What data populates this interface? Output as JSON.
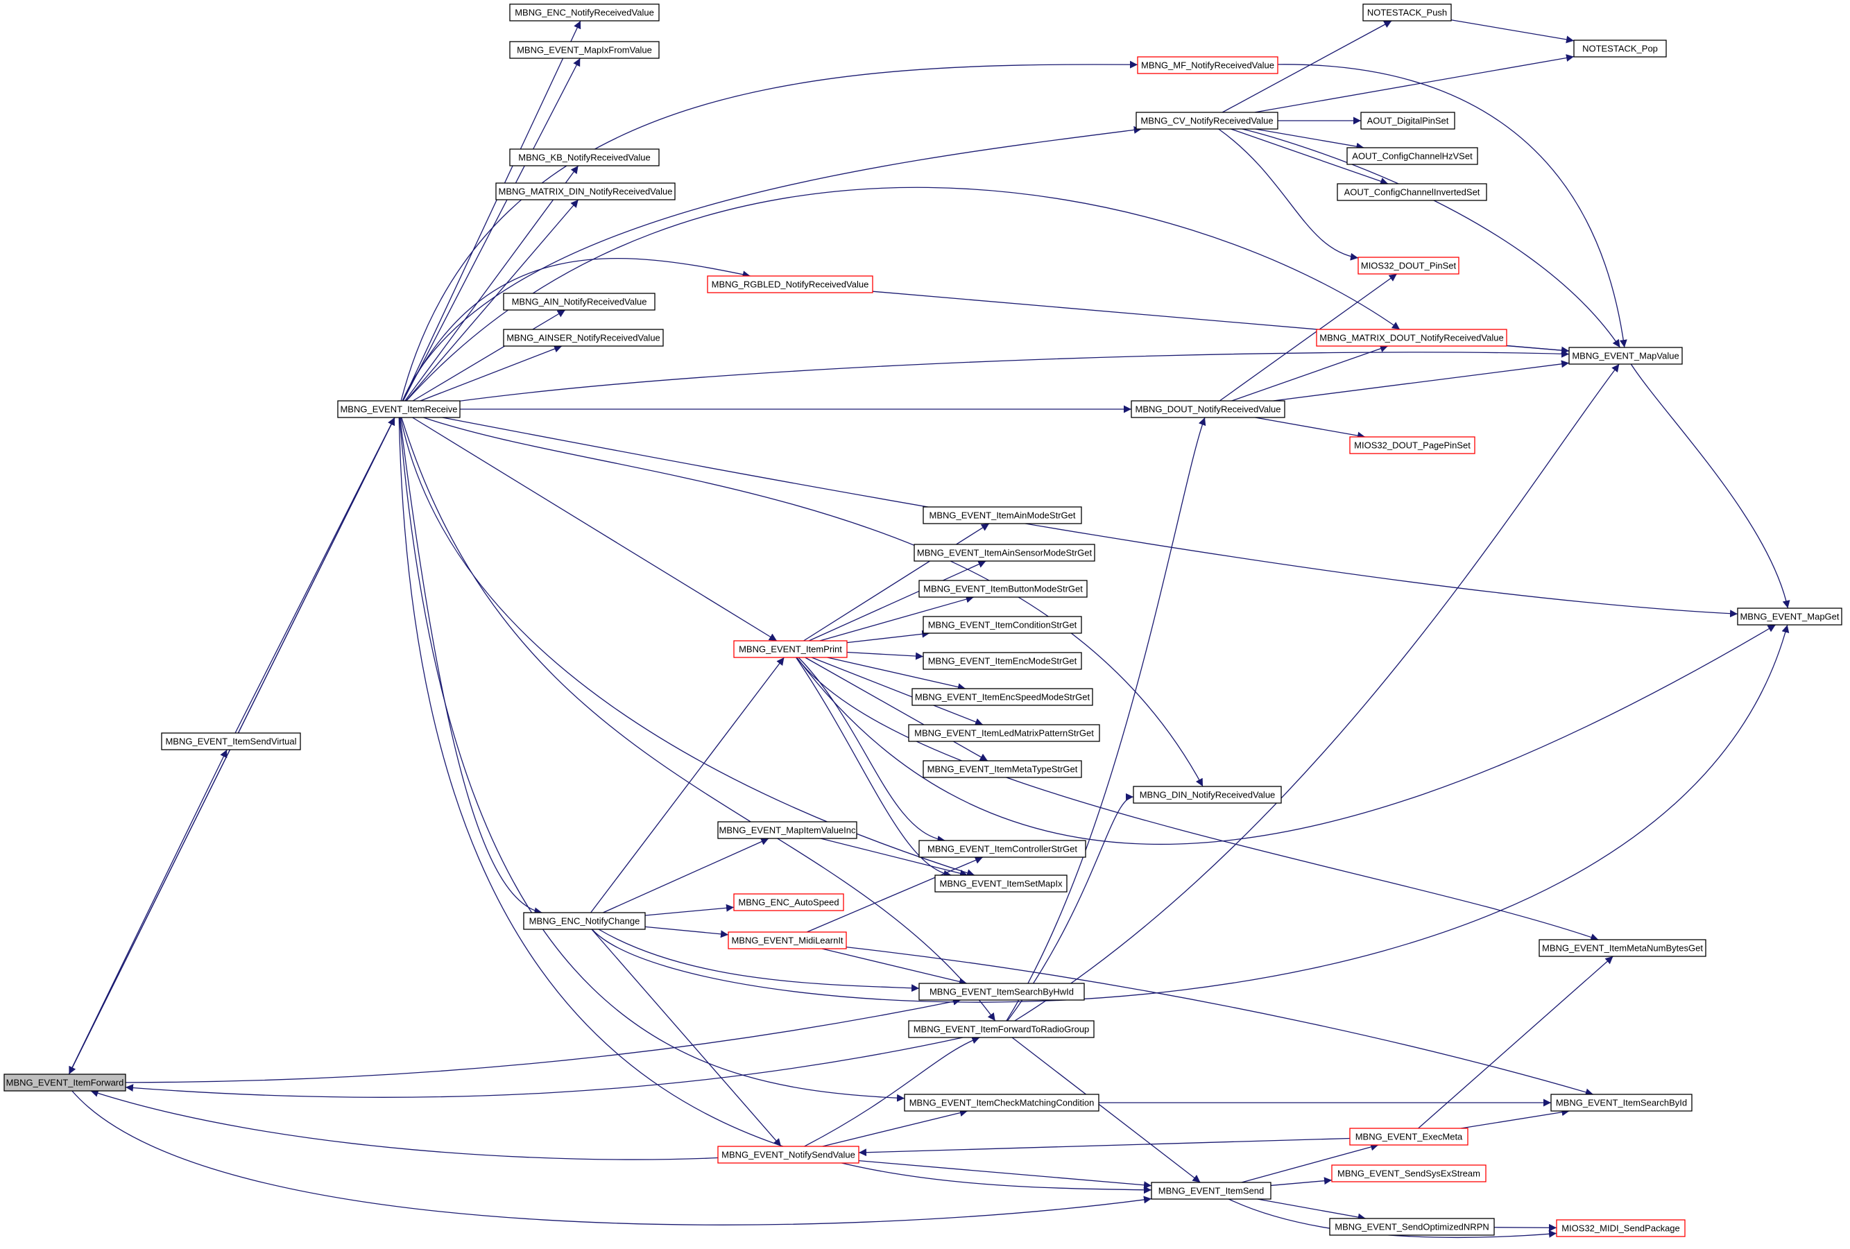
{
  "colors": {
    "edge": "#191970",
    "node_border": "#000000",
    "node_border_truncated": "#ff0000",
    "focus_fill": "#bfbfbf",
    "node_fill": "#ffffff"
  },
  "nodes": [
    {
      "id": "ItemForward",
      "label": "MBNG_EVENT_ItemForward",
      "style": "focus"
    },
    {
      "id": "ItemSendVirtual",
      "label": "MBNG_EVENT_ItemSendVirtual",
      "style": "normal"
    },
    {
      "id": "ItemReceive",
      "label": "MBNG_EVENT_ItemReceive",
      "style": "normal"
    },
    {
      "id": "ENC_NotifyReceivedValue",
      "label": "MBNG_ENC_NotifyReceivedValue",
      "style": "normal"
    },
    {
      "id": "MapIxFromValue",
      "label": "MBNG_EVENT_MapIxFromValue",
      "style": "normal"
    },
    {
      "id": "KB_NotifyReceivedValue",
      "label": "MBNG_KB_NotifyReceivedValue",
      "style": "normal"
    },
    {
      "id": "MATRIX_DIN_NotifyReceivedValue",
      "label": "MBNG_MATRIX_DIN_NotifyReceivedValue",
      "style": "normal"
    },
    {
      "id": "AIN_NotifyReceivedValue",
      "label": "MBNG_AIN_NotifyReceivedValue",
      "style": "normal"
    },
    {
      "id": "AINSER_NotifyReceivedValue",
      "label": "MBNG_AINSER_NotifyReceivedValue",
      "style": "normal"
    },
    {
      "id": "MF_NotifyReceivedValue",
      "label": "MBNG_MF_NotifyReceivedValue",
      "style": "truncated"
    },
    {
      "id": "RGBLED_NotifyReceivedValue",
      "label": "MBNG_RGBLED_NotifyReceivedValue",
      "style": "truncated"
    },
    {
      "id": "CV_NotifyReceivedValue",
      "label": "MBNG_CV_NotifyReceivedValue",
      "style": "normal"
    },
    {
      "id": "NOTESTACK_Push",
      "label": "NOTESTACK_Push",
      "style": "normal"
    },
    {
      "id": "NOTESTACK_Pop",
      "label": "NOTESTACK_Pop",
      "style": "normal"
    },
    {
      "id": "AOUT_DigitalPinSet",
      "label": "AOUT_DigitalPinSet",
      "style": "normal"
    },
    {
      "id": "AOUT_ConfigChannelHzVSet",
      "label": "AOUT_ConfigChannelHzVSet",
      "style": "normal"
    },
    {
      "id": "AOUT_ConfigChannelInvertedSet",
      "label": "AOUT_ConfigChannelInvertedSet",
      "style": "normal"
    },
    {
      "id": "MIOS32_DOUT_PinSet",
      "label": "MIOS32_DOUT_PinSet",
      "style": "truncated"
    },
    {
      "id": "MATRIX_DOUT_NotifyReceivedValue",
      "label": "MBNG_MATRIX_DOUT_NotifyReceivedValue",
      "style": "truncated"
    },
    {
      "id": "MapValue",
      "label": "MBNG_EVENT_MapValue",
      "style": "normal"
    },
    {
      "id": "DOUT_NotifyReceivedValue",
      "label": "MBNG_DOUT_NotifyReceivedValue",
      "style": "normal"
    },
    {
      "id": "MIOS32_DOUT_PagePinSet",
      "label": "MIOS32_DOUT_PagePinSet",
      "style": "truncated"
    },
    {
      "id": "MapGet",
      "label": "MBNG_EVENT_MapGet",
      "style": "normal"
    },
    {
      "id": "ItemAinModeStrGet",
      "label": "MBNG_EVENT_ItemAinModeStrGet",
      "style": "normal"
    },
    {
      "id": "ItemAinSensorModeStrGet",
      "label": "MBNG_EVENT_ItemAinSensorModeStrGet",
      "style": "normal"
    },
    {
      "id": "ItemButtonModeStrGet",
      "label": "MBNG_EVENT_ItemButtonModeStrGet",
      "style": "normal"
    },
    {
      "id": "ItemConditionStrGet",
      "label": "MBNG_EVENT_ItemConditionStrGet",
      "style": "normal"
    },
    {
      "id": "ItemEncModeStrGet",
      "label": "MBNG_EVENT_ItemEncModeStrGet",
      "style": "normal"
    },
    {
      "id": "ItemEncSpeedModeStrGet",
      "label": "MBNG_EVENT_ItemEncSpeedModeStrGet",
      "style": "normal"
    },
    {
      "id": "ItemLedMatrixPatternStrGet",
      "label": "MBNG_EVENT_ItemLedMatrixPatternStrGet",
      "style": "normal"
    },
    {
      "id": "ItemMetaTypeStrGet",
      "label": "MBNG_EVENT_ItemMetaTypeStrGet",
      "style": "normal"
    },
    {
      "id": "ItemPrint",
      "label": "MBNG_EVENT_ItemPrint",
      "style": "truncated"
    },
    {
      "id": "DIN_NotifyReceivedValue",
      "label": "MBNG_DIN_NotifyReceivedValue",
      "style": "normal"
    },
    {
      "id": "MapItemValueInc",
      "label": "MBNG_EVENT_MapItemValueInc",
      "style": "normal"
    },
    {
      "id": "ItemControllerStrGet",
      "label": "MBNG_EVENT_ItemControllerStrGet",
      "style": "normal"
    },
    {
      "id": "ItemSetMapIx",
      "label": "MBNG_EVENT_ItemSetMapIx",
      "style": "normal"
    },
    {
      "id": "ENC_AutoSpeed",
      "label": "MBNG_ENC_AutoSpeed",
      "style": "truncated"
    },
    {
      "id": "ENC_NotifyChange",
      "label": "MBNG_ENC_NotifyChange",
      "style": "normal"
    },
    {
      "id": "MidiLearnIt",
      "label": "MBNG_EVENT_MidiLearnIt",
      "style": "truncated"
    },
    {
      "id": "ItemMetaNumBytesGet",
      "label": "MBNG_EVENT_ItemMetaNumBytesGet",
      "style": "normal"
    },
    {
      "id": "ItemSearchByHwId",
      "label": "MBNG_EVENT_ItemSearchByHwId",
      "style": "normal"
    },
    {
      "id": "ItemForwardToRadioGroup",
      "label": "MBNG_EVENT_ItemForwardToRadioGroup",
      "style": "normal"
    },
    {
      "id": "ItemCheckMatchingCondition",
      "label": "MBNG_EVENT_ItemCheckMatchingCondition",
      "style": "normal"
    },
    {
      "id": "ItemSearchById",
      "label": "MBNG_EVENT_ItemSearchById",
      "style": "normal"
    },
    {
      "id": "ExecMeta",
      "label": "MBNG_EVENT_ExecMeta",
      "style": "truncated"
    },
    {
      "id": "NotifySendValue",
      "label": "MBNG_EVENT_NotifySendValue",
      "style": "truncated"
    },
    {
      "id": "SendSysExStream",
      "label": "MBNG_EVENT_SendSysExStream",
      "style": "truncated"
    },
    {
      "id": "ItemSend",
      "label": "MBNG_EVENT_ItemSend",
      "style": "normal"
    },
    {
      "id": "SendOptimizedNRPN",
      "label": "MBNG_EVENT_SendOptimizedNRPN",
      "style": "normal"
    },
    {
      "id": "MIOS32_MIDI_SendPackage",
      "label": "MIOS32_MIDI_SendPackage",
      "style": "truncated"
    }
  ],
  "edges": [
    [
      "ItemForward",
      "ItemSendVirtual"
    ],
    [
      "ItemForward",
      "ItemReceive"
    ],
    [
      "ItemSendVirtual",
      "ItemReceive"
    ],
    [
      "ItemForward",
      "ItemSearchByHwId"
    ],
    [
      "ItemForward",
      "ItemSend"
    ],
    [
      "ItemReceive",
      "ItemForward"
    ],
    [
      "NotifySendValue",
      "ItemForward"
    ],
    [
      "ItemForwardToRadioGroup",
      "ItemForward"
    ],
    [
      "ItemReceive",
      "ENC_NotifyReceivedValue"
    ],
    [
      "ItemReceive",
      "MapIxFromValue"
    ],
    [
      "ItemReceive",
      "MF_NotifyReceivedValue"
    ],
    [
      "ItemReceive",
      "KB_NotifyReceivedValue"
    ],
    [
      "ItemReceive",
      "MATRIX_DIN_NotifyReceivedValue"
    ],
    [
      "ItemReceive",
      "CV_NotifyReceivedValue"
    ],
    [
      "ItemReceive",
      "RGBLED_NotifyReceivedValue"
    ],
    [
      "ItemReceive",
      "AIN_NotifyReceivedValue"
    ],
    [
      "ItemReceive",
      "AINSER_NotifyReceivedValue"
    ],
    [
      "ItemReceive",
      "MATRIX_DOUT_NotifyReceivedValue"
    ],
    [
      "ItemReceive",
      "MapValue"
    ],
    [
      "ItemReceive",
      "DOUT_NotifyReceivedValue"
    ],
    [
      "ItemReceive",
      "MapGet"
    ],
    [
      "ItemReceive",
      "DIN_NotifyReceivedValue"
    ],
    [
      "ItemReceive",
      "ItemPrint"
    ],
    [
      "ItemReceive",
      "ItemSetMapIx"
    ],
    [
      "ItemReceive",
      "ENC_NotifyChange"
    ],
    [
      "ItemReceive",
      "ItemForwardToRadioGroup"
    ],
    [
      "ItemReceive",
      "ItemCheckMatchingCondition"
    ],
    [
      "ItemReceive",
      "ItemSend"
    ],
    [
      "MF_NotifyReceivedValue",
      "MapValue"
    ],
    [
      "RGBLED_NotifyReceivedValue",
      "MapValue"
    ],
    [
      "CV_NotifyReceivedValue",
      "NOTESTACK_Push"
    ],
    [
      "CV_NotifyReceivedValue",
      "NOTESTACK_Pop"
    ],
    [
      "CV_NotifyReceivedValue",
      "AOUT_DigitalPinSet"
    ],
    [
      "CV_NotifyReceivedValue",
      "AOUT_ConfigChannelHzVSet"
    ],
    [
      "CV_NotifyReceivedValue",
      "AOUT_ConfigChannelInvertedSet"
    ],
    [
      "CV_NotifyReceivedValue",
      "MIOS32_DOUT_PinSet"
    ],
    [
      "CV_NotifyReceivedValue",
      "MapValue"
    ],
    [
      "NOTESTACK_Push",
      "NOTESTACK_Pop"
    ],
    [
      "MATRIX_DOUT_NotifyReceivedValue",
      "MapValue"
    ],
    [
      "DOUT_NotifyReceivedValue",
      "MIOS32_DOUT_PinSet"
    ],
    [
      "DOUT_NotifyReceivedValue",
      "MATRIX_DOUT_NotifyReceivedValue"
    ],
    [
      "DOUT_NotifyReceivedValue",
      "MapValue"
    ],
    [
      "DOUT_NotifyReceivedValue",
      "MIOS32_DOUT_PagePinSet"
    ],
    [
      "MapValue",
      "MapGet"
    ],
    [
      "ItemPrint",
      "ItemAinModeStrGet"
    ],
    [
      "ItemPrint",
      "ItemAinSensorModeStrGet"
    ],
    [
      "ItemPrint",
      "ItemButtonModeStrGet"
    ],
    [
      "ItemPrint",
      "ItemConditionStrGet"
    ],
    [
      "ItemPrint",
      "ItemEncModeStrGet"
    ],
    [
      "ItemPrint",
      "ItemEncSpeedModeStrGet"
    ],
    [
      "ItemPrint",
      "ItemLedMatrixPatternStrGet"
    ],
    [
      "ItemPrint",
      "ItemMetaTypeStrGet"
    ],
    [
      "ItemPrint",
      "ItemControllerStrGet"
    ],
    [
      "ItemPrint",
      "ItemSetMapIx"
    ],
    [
      "ItemPrint",
      "ItemMetaNumBytesGet"
    ],
    [
      "ItemPrint",
      "MapGet"
    ],
    [
      "ENC_NotifyChange",
      "ItemPrint"
    ],
    [
      "ENC_NotifyChange",
      "MapItemValueInc"
    ],
    [
      "ENC_NotifyChange",
      "ENC_AutoSpeed"
    ],
    [
      "ENC_NotifyChange",
      "MidiLearnIt"
    ],
    [
      "ENC_NotifyChange",
      "ItemSearchByHwId"
    ],
    [
      "ENC_NotifyChange",
      "NotifySendValue"
    ],
    [
      "ENC_NotifyChange",
      "MapGet"
    ],
    [
      "MapItemValueInc",
      "ItemSetMapIx"
    ],
    [
      "MidiLearnIt",
      "ItemControllerStrGet"
    ],
    [
      "MidiLearnIt",
      "ItemSearchByHwId"
    ],
    [
      "MidiLearnIt",
      "ItemSearchById"
    ],
    [
      "ItemForwardToRadioGroup",
      "DOUT_NotifyReceivedValue"
    ],
    [
      "ItemForwardToRadioGroup",
      "DIN_NotifyReceivedValue"
    ],
    [
      "ItemForwardToRadioGroup",
      "MapValue"
    ],
    [
      "ItemForwardToRadioGroup",
      "ItemSend"
    ],
    [
      "ItemCheckMatchingCondition",
      "ItemSearchById"
    ],
    [
      "NotifySendValue",
      "ItemCheckMatchingCondition"
    ],
    [
      "NotifySendValue",
      "ItemForwardToRadioGroup"
    ],
    [
      "NotifySendValue",
      "ItemSend"
    ],
    [
      "ExecMeta",
      "NotifySendValue"
    ],
    [
      "ExecMeta",
      "ItemMetaNumBytesGet"
    ],
    [
      "ExecMeta",
      "ItemSearchById"
    ],
    [
      "ItemSend",
      "ExecMeta"
    ],
    [
      "ItemSend",
      "SendSysExStream"
    ],
    [
      "ItemSend",
      "SendOptimizedNRPN"
    ],
    [
      "ItemSend",
      "MIOS32_MIDI_SendPackage"
    ],
    [
      "SendOptimizedNRPN",
      "MIOS32_MIDI_SendPackage"
    ]
  ]
}
